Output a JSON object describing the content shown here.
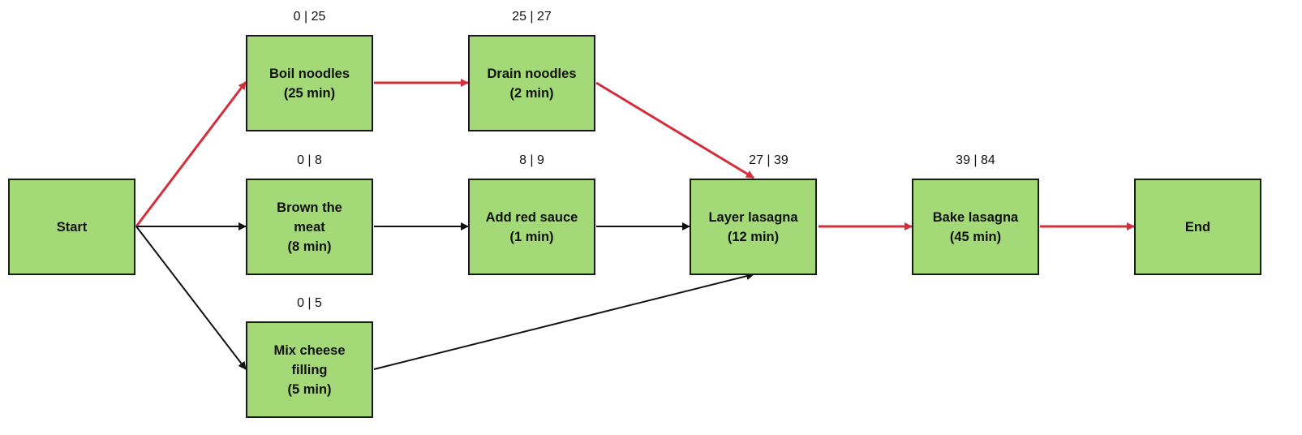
{
  "colors": {
    "node_fill": "#a3d977",
    "node_border": "#1a1a1a",
    "critical_edge": "#d12f3b",
    "normal_edge": "#111111"
  },
  "nodes": {
    "start": {
      "lines": [
        "Start"
      ]
    },
    "boil": {
      "lines": [
        "Boil noodles",
        "(25 min)"
      ],
      "timing": "0 | 25"
    },
    "drain": {
      "lines": [
        "Drain noodles",
        "(2 min)"
      ],
      "timing": "25 | 27"
    },
    "brown": {
      "lines": [
        "Brown the",
        "meat",
        "(8 min)"
      ],
      "timing": "0 | 8"
    },
    "sauce": {
      "lines": [
        "Add red sauce",
        "(1 min)"
      ],
      "timing": "8 | 9"
    },
    "cheese": {
      "lines": [
        "Mix cheese",
        "filling",
        "(5 min)"
      ],
      "timing": "0 | 5"
    },
    "layer": {
      "lines": [
        "Layer lasagna",
        "(12 min)"
      ],
      "timing": "27 | 39"
    },
    "bake": {
      "lines": [
        "Bake lasagna",
        "(45 min)"
      ],
      "timing": "39 | 84"
    },
    "end": {
      "lines": [
        "End"
      ]
    }
  },
  "edges": [
    {
      "from": "start",
      "to": "boil",
      "critical": true
    },
    {
      "from": "boil",
      "to": "drain",
      "critical": true
    },
    {
      "from": "drain",
      "to": "layer",
      "critical": true
    },
    {
      "from": "layer",
      "to": "bake",
      "critical": true
    },
    {
      "from": "bake",
      "to": "end",
      "critical": true
    },
    {
      "from": "start",
      "to": "brown",
      "critical": false
    },
    {
      "from": "start",
      "to": "cheese",
      "critical": false
    },
    {
      "from": "brown",
      "to": "sauce",
      "critical": false
    },
    {
      "from": "sauce",
      "to": "layer",
      "critical": false
    },
    {
      "from": "cheese",
      "to": "layer",
      "critical": false
    }
  ]
}
